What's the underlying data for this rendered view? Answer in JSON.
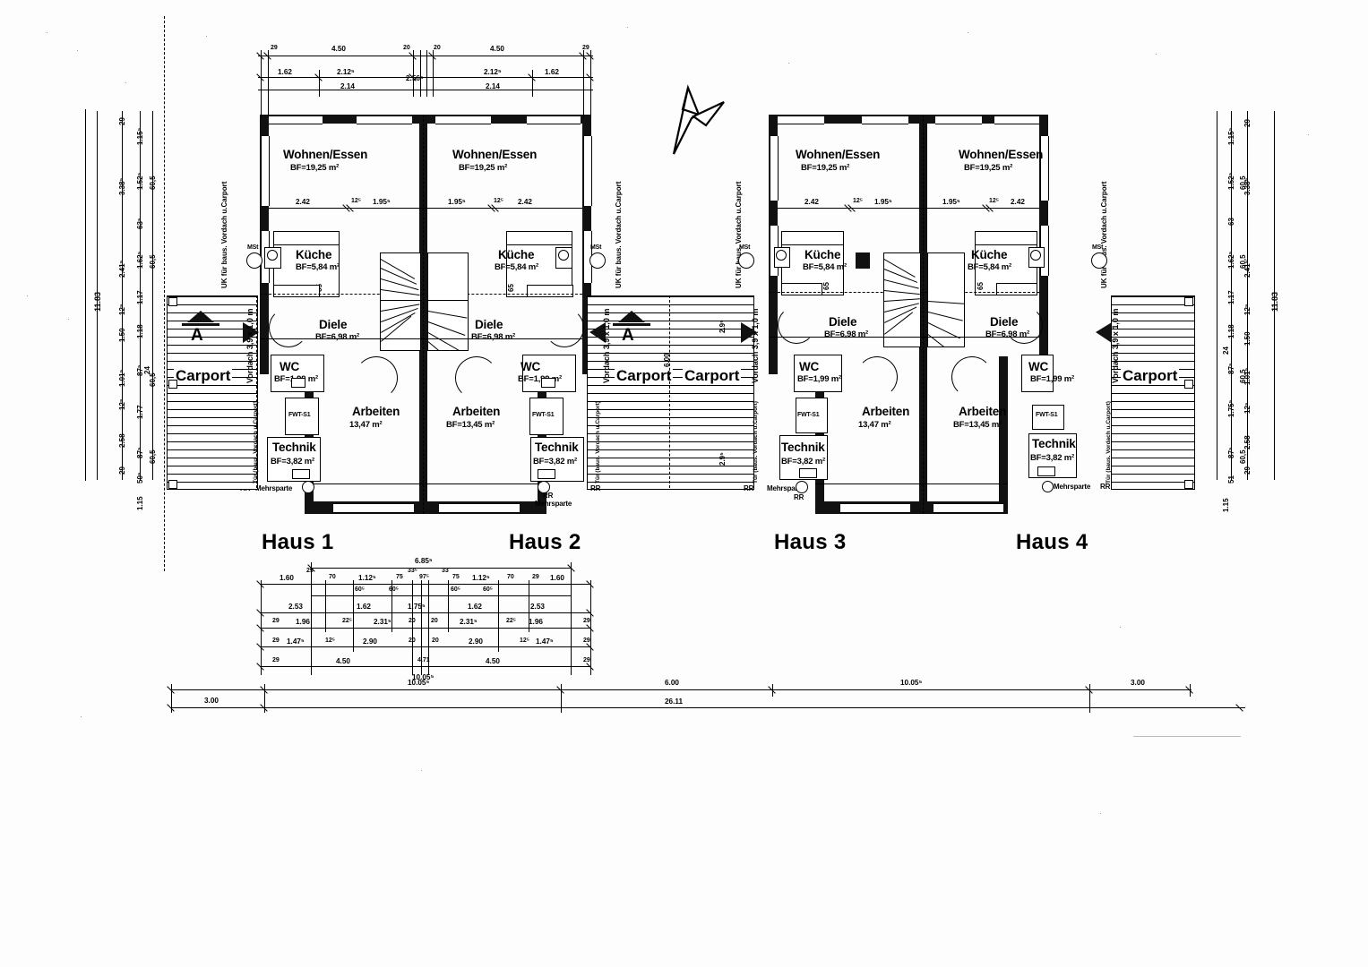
{
  "drawing": {
    "type": "architectural-floor-plan",
    "title_houses": [
      "Haus 1",
      "Haus 2",
      "Haus 3",
      "Haus 4"
    ],
    "north_arrow": "north-arrow",
    "section_marker": "A"
  },
  "rooms": {
    "wohnen": {
      "name": "Wohnen/Essen",
      "area": "BF=19,25 m²"
    },
    "kueche": {
      "name": "Küche",
      "area": "BF=5,84 m²"
    },
    "diele": {
      "name": "Diele",
      "area": "BF=6,98 m²"
    },
    "wc": {
      "name": "WC",
      "area": "BF=1,99 m²"
    },
    "arbeiten_l": {
      "name": "Arbeiten",
      "area": "13,47 m²"
    },
    "arbeiten_r": {
      "name": "Arbeiten",
      "area": "BF=13,45 m²"
    },
    "technik": {
      "name": "Technik",
      "area": "BF=3,82 m²"
    },
    "carport": {
      "name": "Carport"
    }
  },
  "annotations": {
    "mehrsparte": "Mehrsparte",
    "rr": "RR",
    "fwt": "FWT-S1",
    "vordach": "Vordach 3,9 x 1,0 m",
    "uk_vordach": "UK für baus. Vordach u.Carport",
    "tuer_vordach": "Tür (baus. Vordach u.Carport)",
    "kuechen_dim": "65",
    "mst": "MSt"
  },
  "dims": {
    "top_row1": [
      "29",
      "4.50",
      "20",
      "20",
      "4.50",
      "29"
    ],
    "top_row2": [
      "1.62",
      "2.12⁵",
      "2.56⁵",
      "2.12⁵",
      "1.62"
    ],
    "top_row3": [
      "2.14",
      "2.14"
    ],
    "inner_top": [
      "2.42",
      "12⁵",
      "1.95⁵",
      "1.95⁵",
      "12⁵",
      "2.42"
    ],
    "left_outer": "11.83",
    "left_chain_a": [
      "29",
      "3.38⁵",
      "2.41⁵",
      "12⁵",
      "1.50",
      "1.01⁵",
      "12⁵",
      "2.58",
      "29"
    ],
    "left_chain_b": [
      "1.15⁵",
      "1.52⁵",
      "63⁵",
      "1.62⁵",
      "1.17",
      "1.18",
      "87⁵",
      "1.77",
      "87⁵",
      "50⁵",
      "1.15"
    ],
    "left_chain_c": [
      "60,5",
      "60,5",
      "24",
      "60,5",
      "60,5"
    ],
    "right_outer": "11.83",
    "right_chain_a": [
      "29",
      "3.38⁵",
      "2.41⁵",
      "12⁵",
      "1.50",
      "1.01⁵",
      "12⁵",
      "2.58",
      "29"
    ],
    "right_chain_b": [
      "1.15⁵",
      "1.52⁵",
      "63",
      "1.62⁵",
      "1.17",
      "1.18",
      "87⁵",
      "1.75⁵",
      "87⁵",
      "51",
      "1.15"
    ],
    "bottom_overall_top": "6.85⁵",
    "bottom_row1": [
      "1.60",
      "29",
      "70",
      "1.12⁵",
      "75",
      "33⁵",
      "97⁵",
      "33",
      "75",
      "1.12⁵",
      "70",
      "29",
      "1.60"
    ],
    "bottom_row1b": [
      "60⁵",
      "60⁵",
      "60⁵",
      "60⁵"
    ],
    "bottom_row2": [
      "2.53",
      "1.62",
      "1.75⁵",
      "1.62",
      "2.53"
    ],
    "bottom_row3": [
      "29",
      "1.96",
      "22⁵",
      "2.31⁵",
      "20",
      "20",
      "2.31⁵",
      "22⁵",
      "1.96",
      "29"
    ],
    "bottom_row4": [
      "29",
      "1.47⁵",
      "12⁵",
      "2.90",
      "20",
      "20",
      "2.90",
      "12⁵",
      "1.47⁵",
      "29"
    ],
    "bottom_row5": [
      "29",
      "4.50",
      "4.71",
      "4.50",
      "29"
    ],
    "bottom_row6": [
      "10.05⁵",
      "10.05⁵"
    ],
    "bottom_row7": [
      "3.00",
      "10.05⁵",
      "6.00",
      "10.05⁵",
      "3.00"
    ],
    "bottom_total": "26.11",
    "carport_v1": "2.9⁵",
    "carport_v2": "6.00",
    "carport_v3": "2.9⁵"
  },
  "colors": {
    "ink": "#111111",
    "paper": "#ffffff"
  }
}
